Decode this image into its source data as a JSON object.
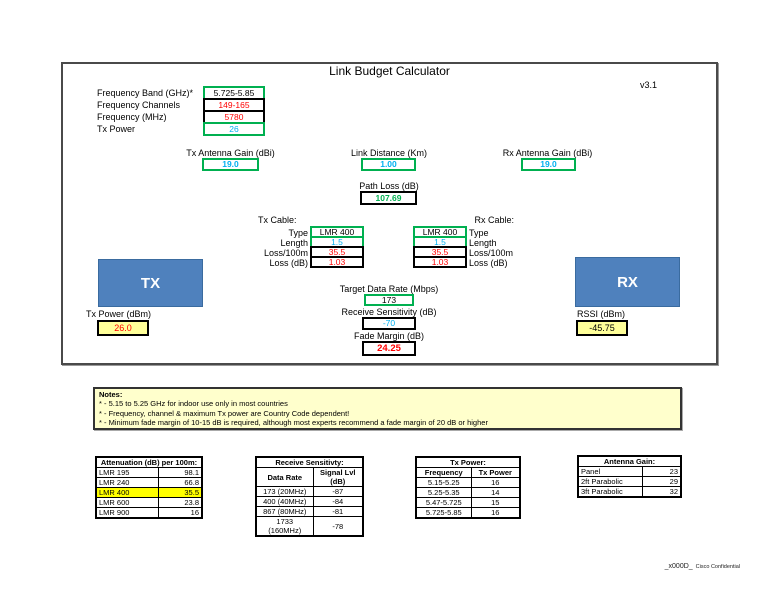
{
  "title": "Link Budget Calculator",
  "version": "v3.1",
  "params": {
    "band": {
      "label": "Frequency Band (GHz)*",
      "value": "5.725-5.85"
    },
    "channels": {
      "label": "Frequency Channels",
      "value": "149-165"
    },
    "mhz": {
      "label": "Frequency (MHz)",
      "value": "5780"
    },
    "txpower": {
      "label": "Tx Power",
      "value": "26"
    }
  },
  "link": {
    "tx_gain": {
      "label": "Tx Antenna Gain (dBi)",
      "value": "19.0"
    },
    "distance": {
      "label": "Link Distance (Km)",
      "value": "1.00"
    },
    "rx_gain": {
      "label": "Rx Antenna Gain (dBi)",
      "value": "19.0"
    },
    "path_loss": {
      "label": "Path Loss (dB)",
      "value": "107.69"
    }
  },
  "tx_cable": {
    "title": "Tx Cable:",
    "type_label": "Type",
    "type_value": "LMR 400",
    "length_label": "Length",
    "length_value": "1.5",
    "loss100_label": "Loss/100m",
    "loss100_value": "35.5",
    "lossdb_label": "Loss (dB)",
    "lossdb_value": "1.03"
  },
  "rx_cable": {
    "title": "Rx Cable:",
    "type_label": "Type",
    "type_value": "LMR 400",
    "length_label": "Length",
    "length_value": "1.5",
    "loss100_label": "Loss/100m",
    "loss100_value": "35.5",
    "lossdb_label": "Loss (dB)",
    "lossdb_value": "1.03"
  },
  "mid": {
    "target": {
      "label": "Target Data Rate (Mbps)",
      "value": "173"
    },
    "sensitivity": {
      "label": "Receive Sensitivity (dB)",
      "value": "-70"
    },
    "fade": {
      "label": "Fade Margin (dB)",
      "value": "24.25"
    }
  },
  "tx_node": {
    "name": "TX",
    "power_label": "Tx Power (dBm)",
    "power_value": "26.0"
  },
  "rx_node": {
    "name": "RX",
    "rssi_label": "RSSI (dBm)",
    "rssi_value": "-45.75"
  },
  "notes": {
    "title": "Notes:",
    "lines": [
      "* - 5.15 to 5.25 GHz for indoor use only in most countries",
      "* - Frequency, channel & maximum Tx power are Country Code dependent!",
      "* - Minimum fade margin of 10-15 dB is required, although most experts recommend a fade margin of 20 dB or higher"
    ]
  },
  "tables": {
    "attenuation": {
      "title": "Attenuation (dB) per 100m:",
      "rows": [
        {
          "name": "LMR 195",
          "value": "98.1"
        },
        {
          "name": "LMR 240",
          "value": "66.8"
        },
        {
          "name": "LMR 400",
          "value": "35.5"
        },
        {
          "name": "LMR 600",
          "value": "23.8"
        },
        {
          "name": "LMR 900",
          "value": "16"
        }
      ],
      "highlighted_row": "LMR 400"
    },
    "sensitivity": {
      "title": "Receive Sensitivty:",
      "col1": "Data Rate",
      "col2": "Signal Lvl (dB)",
      "rows": [
        {
          "rate": "173 (20MHz)",
          "level": "-87"
        },
        {
          "rate": "400 (40MHz)",
          "level": "-84"
        },
        {
          "rate": "867 (80MHz)",
          "level": "-81"
        },
        {
          "rate": "1733 (160MHz)",
          "level": "-78"
        }
      ]
    },
    "txpower": {
      "title": "Tx Power:",
      "col1": "Frequency",
      "col2": "Tx Power",
      "rows": [
        {
          "freq": "5.15-5.25",
          "power": "16"
        },
        {
          "freq": "5.25-5.35",
          "power": "14"
        },
        {
          "freq": "5.47-5.725",
          "power": "15"
        },
        {
          "freq": "5.725-5.85",
          "power": "16"
        }
      ]
    },
    "antenna": {
      "title": "Antenna Gain:",
      "rows": [
        {
          "name": "Panel",
          "value": "23"
        },
        {
          "name": "2ft Parabolic",
          "value": "29"
        },
        {
          "name": "3ft Parabolic",
          "value": "32"
        }
      ]
    }
  },
  "footer": {
    "code": "_x000D_",
    "confidential": "Cisco Confidential"
  },
  "colors": {
    "input_border": "#00b050",
    "input_text": "#00b0f0",
    "alert_text": "#ff0000",
    "result_text": "#00b050",
    "node_fill": "#4f81bd",
    "wire": "#4f81bd",
    "highlight": "#ffff00",
    "notes_bg": "#ffffcc",
    "result_bg": "#ffff99"
  }
}
